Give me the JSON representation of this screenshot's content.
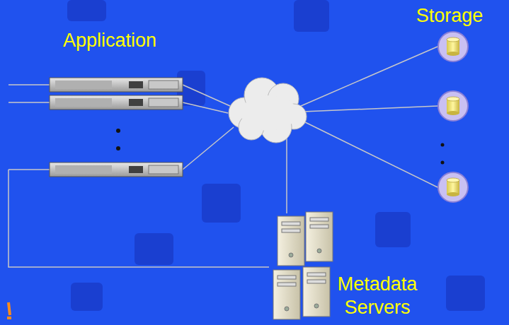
{
  "diagram": {
    "nodes": [
      {
        "text": [
          "Application"
        ]
      },
      {
        "text": [
          "Storage"
        ]
      },
      {
        "text": [
          "Metadata Servers"
        ]
      }
    ],
    "edges": [
      {
        "from": 0,
        "to": 2,
        "arrow": "none"
      }
    ]
  }
}
